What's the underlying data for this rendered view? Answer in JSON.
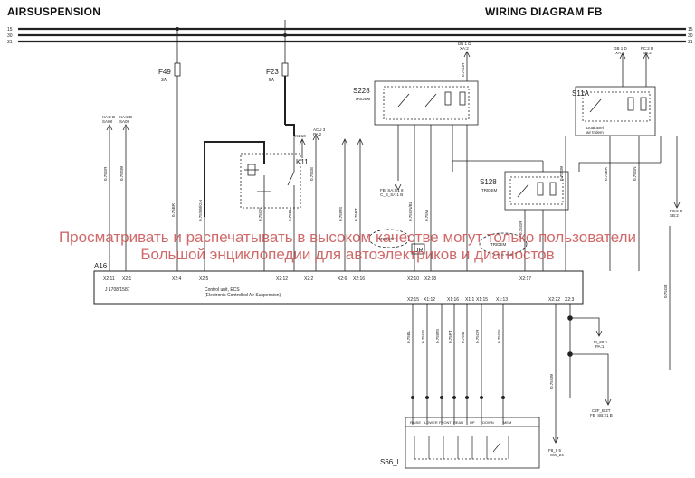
{
  "header": {
    "left_title": "AIRSUSPENSION",
    "right_title": "WIRING DIAGRAM FB",
    "bus_labels": [
      "15",
      "30",
      "31"
    ]
  },
  "watermark": {
    "line1": "Просматривать и распечатывать в высоком качестве могут только пользователи",
    "line2": "Большой энциклопедии для автоэлектриков и диагностов"
  },
  "components": {
    "fuse_f49": {
      "name": "F49",
      "rating": "3A"
    },
    "fuse_f23": {
      "name": "F23",
      "rating": "5A"
    },
    "relay_k11": {
      "name": "K11"
    },
    "switch_s228": {
      "name": "S228",
      "sub": "TRIDEM"
    },
    "switch_s11a": {
      "name": "S11A",
      "note1": "Dual axel",
      "note2": "air tridem"
    },
    "switch_s128": {
      "name": "S128",
      "sub": "TRIDEM"
    },
    "switch_s66l": {
      "name": "S66_L"
    },
    "ecu_a16": {
      "name": "A16",
      "line1": "Control unit, ECS",
      "line2": "(Electronic Controlled Air Suspension)",
      "pn": "J 1708/1587"
    },
    "or_box": "OR",
    "tridem_1": "TRIDEM",
    "tridem_2": "TRIDEM"
  },
  "ecu_pins_top": [
    "X2:11",
    "X2:1",
    "X2:4",
    "X2:5",
    "X2:12",
    "X2:2",
    "X2:6",
    "X2:16",
    "X2:10",
    "X2:18",
    "X2:17"
  ],
  "ecu_pins_bottom": [
    "X2:15",
    "X1:12",
    "X1:16",
    "X1:1",
    "X1:15",
    "X1:13",
    "X2:22",
    "X2:3"
  ],
  "wire_codes": [
    "0.75GR",
    "0.75SW",
    "0.75BR",
    "0.75GN",
    "0.75BL",
    "0.75GE",
    "0.75WS",
    "0.75RT",
    "0.75VI",
    "0.75OR",
    "0.75GN/BL",
    "0.75SW/GN"
  ],
  "connector_refs": {
    "top_left_a": [
      "XA:2 D",
      "SA08"
    ],
    "top_left_b": [
      "XA:2 D",
      "SA08"
    ],
    "s228_top": [
      "DB 1 D",
      "XA:2"
    ],
    "s11a_top_a": [
      "GB 1 D",
      "XA:2"
    ],
    "s11a_top_b": [
      "FC:2 D",
      "SB:2"
    ],
    "k11_side": "X1:10",
    "k11_ref": [
      "ACU 3",
      "PA 2"
    ],
    "s228_ref": [
      "FB_SA:3/1 8",
      "C_B_SA:1 B"
    ],
    "right_ref": [
      "FC:2 D",
      "SB:2"
    ],
    "m_ref": [
      "M_20 A",
      "PA:1"
    ],
    "c_ref": [
      "C2F_B 2T",
      "FB_SB:21 B"
    ],
    "f_ref": [
      "F8_6 5",
      "SW_24"
    ]
  },
  "s66_switch_labels": [
    "RAISE",
    "LOWER",
    "FRONT",
    "REAR",
    "UP",
    "DOWN",
    "MEM"
  ]
}
